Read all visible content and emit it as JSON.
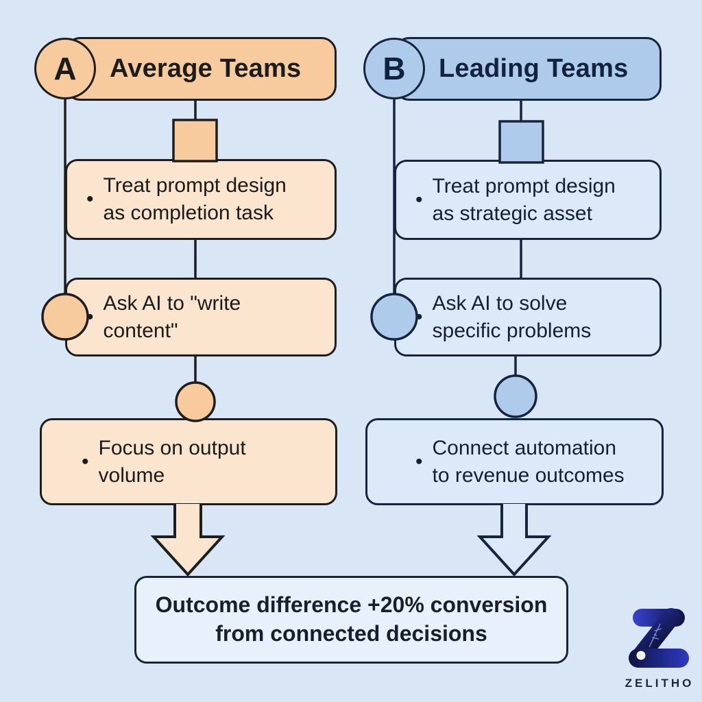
{
  "columns": [
    {
      "badge": "A",
      "title": "Average Teams",
      "items": [
        {
          "bullet": "•",
          "text": "Treat prompt design as completion task"
        },
        {
          "bullet": "•",
          "text": "Ask AI to \"write content\""
        },
        {
          "bullet": "•",
          "text": "Focus on output volume"
        }
      ]
    },
    {
      "badge": "B",
      "title": "Leading Teams",
      "items": [
        {
          "bullet": "•",
          "text": "Treat prompt design as strategic asset"
        },
        {
          "bullet": "•",
          "text": "Ask AI to solve specific problems"
        },
        {
          "bullet": "•",
          "text": "Connect automation to revenue outcomes"
        }
      ]
    }
  ],
  "outcome": {
    "text": "Outcome difference +20% conversion from connected decisions"
  },
  "brand": {
    "name": "ZELITHO"
  },
  "colors": {
    "background": "#D8E6F5",
    "orange_strong": "#F8CB9E",
    "orange_light": "#FBE5CE",
    "blue_strong": "#AECBEC",
    "blue_light": "#DCE9F8",
    "outcome_fill": "#E7F0FB",
    "outline_dark": "#1E1E1E",
    "outline_navy": "#16253E",
    "logo_blue": "#3743D0",
    "logo_navy": "#101340"
  }
}
